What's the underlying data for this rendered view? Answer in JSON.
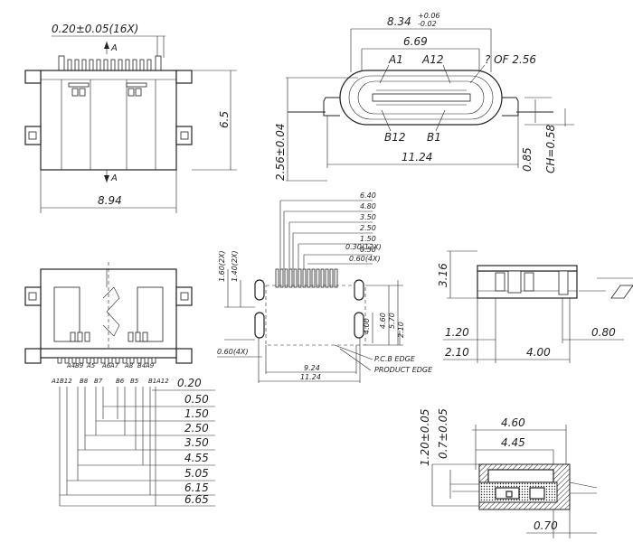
{
  "front_view": {
    "pitch_label": "0.20±0.05(16X)",
    "section_marker_top": "A",
    "section_marker_bottom": "A",
    "height_label": "6.5",
    "width_label": "8.94"
  },
  "plug_face_view": {
    "overall_width_label": "8.34",
    "tol_plus": "+0.06",
    "tol_minus": "-0.02",
    "inner_width_label": "6.69",
    "pin_a1": "A1",
    "pin_a12": "A12",
    "radius_label": "? OF 2.56",
    "pin_b12": "B12",
    "pin_b1": "B1",
    "height_label": "2.56±0.04",
    "footprint_width_label": "11.24",
    "offset_label": "0.85",
    "chamfer_label": "CH=0.58"
  },
  "top_view": {
    "pin_labels": [
      "A1",
      "B12",
      "A4",
      "B9",
      "A5",
      "B8",
      "B7",
      "A6",
      "A7",
      "B6",
      "A8",
      "B5",
      "B4",
      "A9",
      "B1",
      "A12"
    ],
    "dims": [
      "0.20",
      "0.50",
      "1.50",
      "2.50",
      "3.50",
      "4.55",
      "5.05",
      "6.15",
      "6.65"
    ]
  },
  "pcb_layout": {
    "top_dims": [
      "6.40",
      "4.80",
      "3.50",
      "2.50",
      "1.50",
      "0.50",
      "0.30(12X)",
      "0.60(4X)"
    ],
    "left_dims": [
      "1.60(2X)",
      "1.40(2X)"
    ],
    "side_dims": [
      "4.60",
      "5.70",
      "4.00",
      "2.10"
    ],
    "left_bottom_dim": "0.60(4X)",
    "bottom_dims": [
      "9.24",
      "11.24"
    ],
    "edge_labels": [
      "P.C.B EDGE",
      "PRODUCT EDGE"
    ]
  },
  "side_view": {
    "height_label": "3.16",
    "dims": [
      "1.20",
      "0.80",
      "2.10",
      "4.00"
    ]
  },
  "section_view": {
    "dims_left": [
      "1.20±0.05",
      "0.7±0.05"
    ],
    "dims_top": [
      "4.60",
      "4.45"
    ],
    "dim_bottom": "0.70"
  }
}
